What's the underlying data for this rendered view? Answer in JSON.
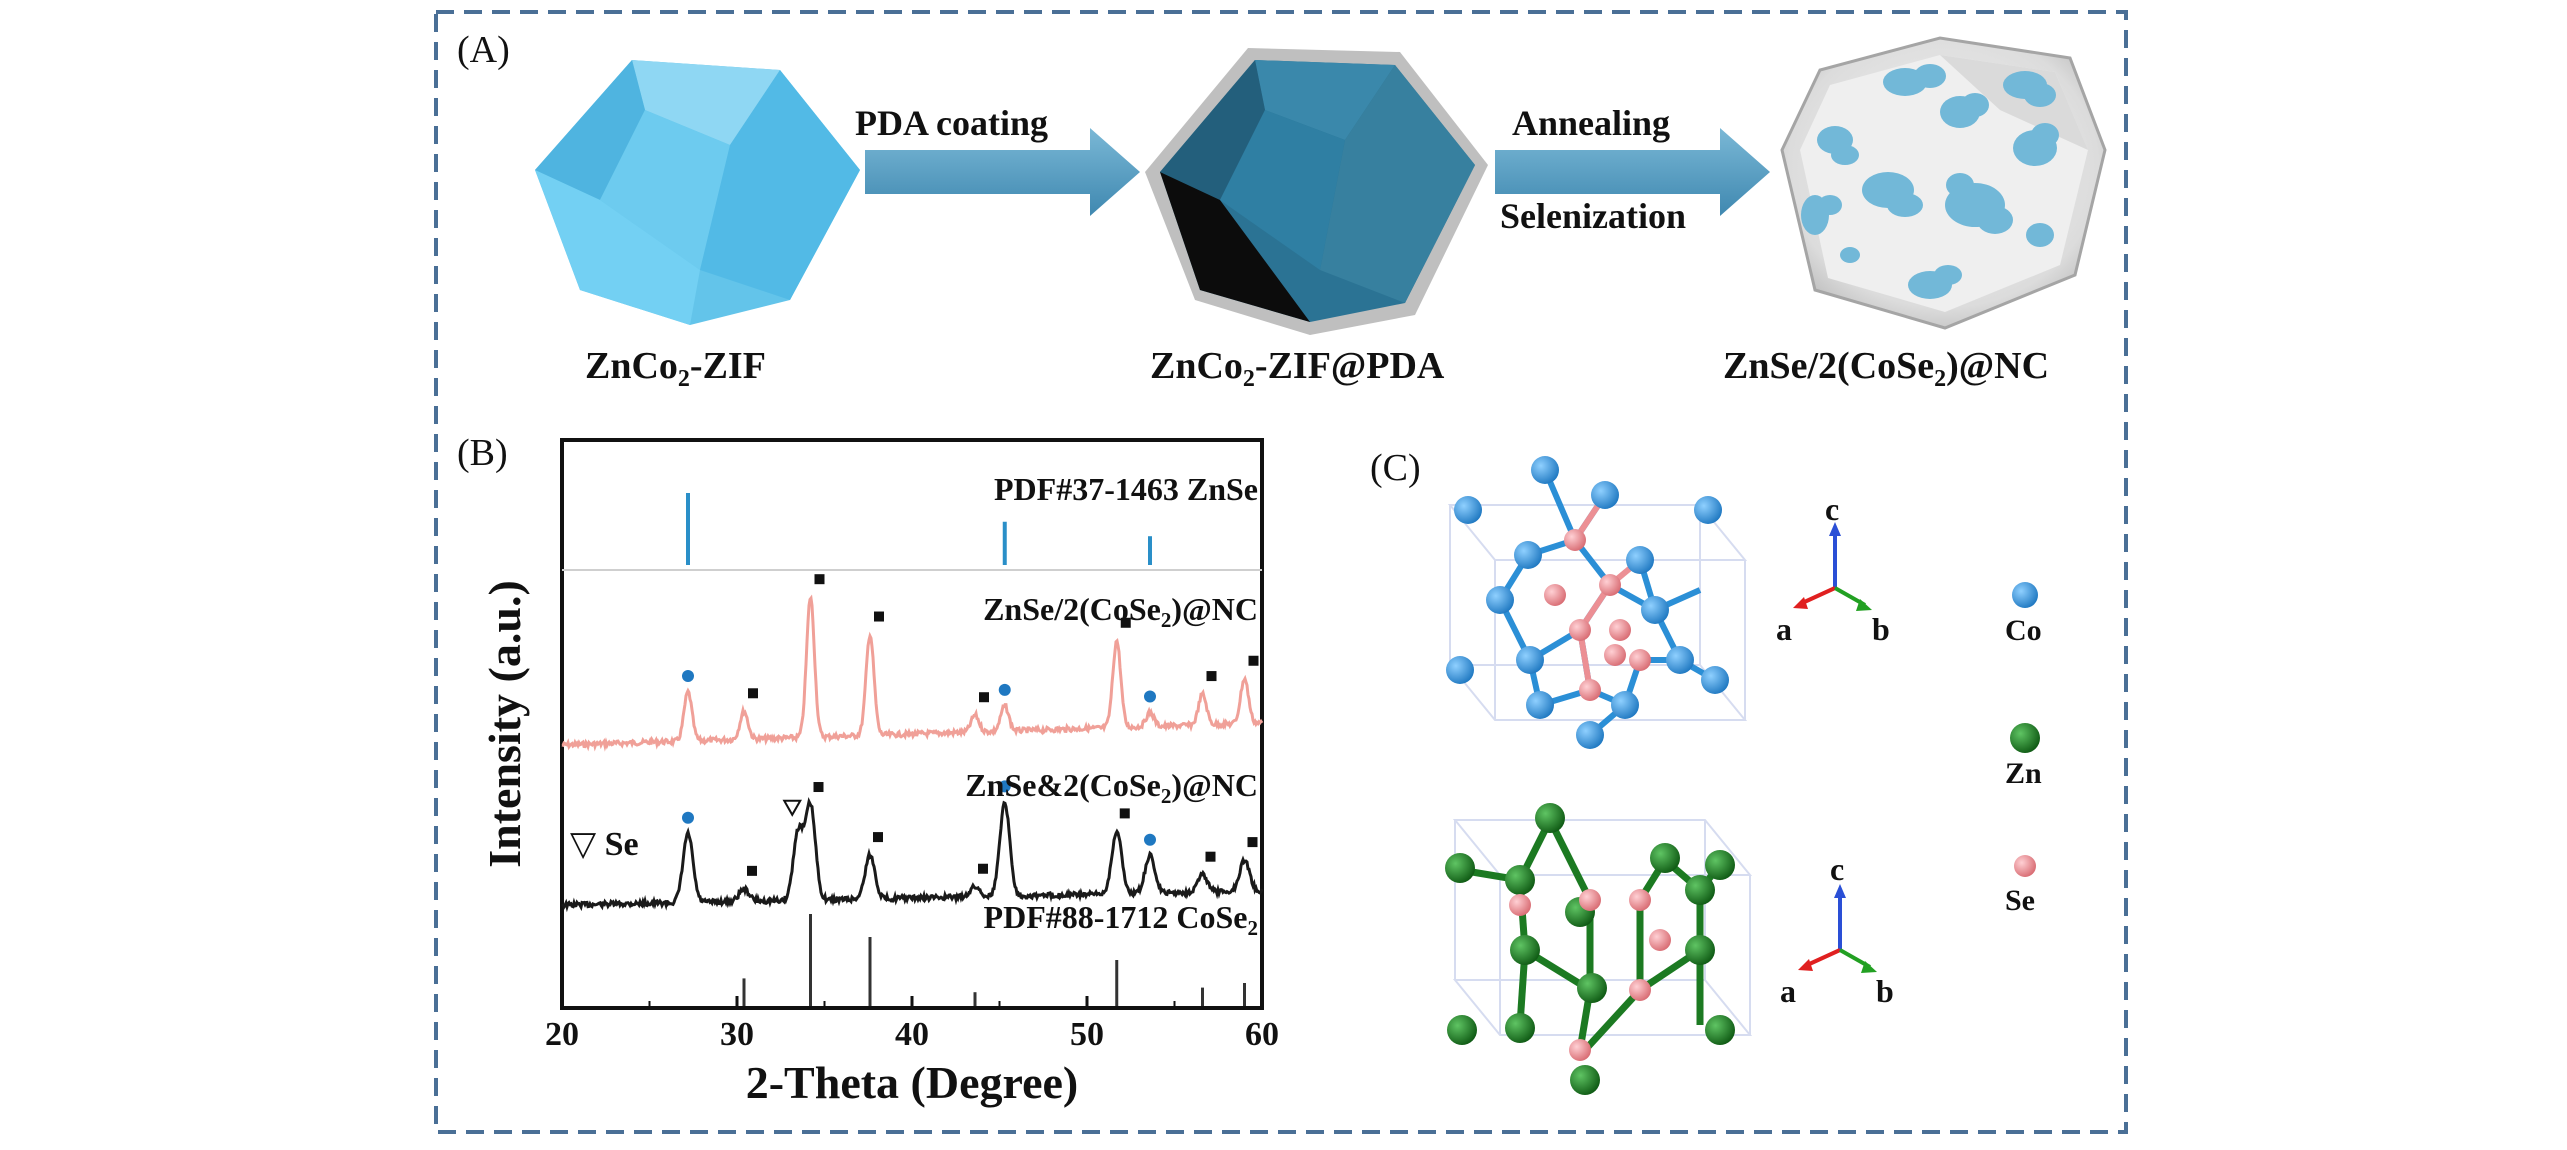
{
  "panel_a": {
    "label": "(A)",
    "step1_label": "PDA coating",
    "step2_label_line1": "Annealing",
    "step2_label_line2": "Selenization",
    "caption_1": {
      "main": "ZnCo",
      "sub": "2",
      "rest": "-ZIF"
    },
    "caption_2": {
      "main": "ZnCo",
      "sub": "2",
      "rest": "-ZIF@PDA"
    },
    "caption_3": {
      "main": "ZnSe/2(CoSe",
      "sub": "2",
      "rest": ")@NC"
    }
  },
  "panel_b": {
    "label": "(B)",
    "ref_top_label": "PDF#37-1463 ZnSe",
    "trace1_label": {
      "main": "ZnSe/2(CoSe",
      "sub": "2",
      "rest": ")@NC"
    },
    "trace2_label": {
      "main": "ZnSe&2(CoSe",
      "sub": "2",
      "rest": ")@NC"
    },
    "ref_bottom_label": {
      "main": "PDF#88-1712 CoSe",
      "sub": "2"
    },
    "se_legend": "▽ Se",
    "colors": {
      "trace1": "#f0a098",
      "trace2": "#1a1a1a",
      "znse_ref": "#2a8fc8",
      "marker_blue": "#1f78c1",
      "marker_black": "#111111"
    }
  },
  "chart_data": {
    "type": "line",
    "xlabel": "2-Theta (Degree)",
    "ylabel": "Intensity (a.u.)",
    "xlim": [
      20,
      60
    ],
    "xticks": [
      "20",
      "30",
      "40",
      "50",
      "60"
    ],
    "series": [
      {
        "name": "ZnSe/2(CoSe2)@NC",
        "peaks": [
          {
            "x": 27.2,
            "h": 0.35
          },
          {
            "x": 30.4,
            "h": 0.2
          },
          {
            "x": 34.2,
            "h": 1.0
          },
          {
            "x": 37.6,
            "h": 0.72
          },
          {
            "x": 43.6,
            "h": 0.12
          },
          {
            "x": 45.3,
            "h": 0.18
          },
          {
            "x": 51.7,
            "h": 0.62
          },
          {
            "x": 53.6,
            "h": 0.1
          },
          {
            "x": 56.6,
            "h": 0.22
          },
          {
            "x": 59.0,
            "h": 0.32
          }
        ]
      },
      {
        "name": "ZnSe&2(CoSe2)@NC",
        "peaks": [
          {
            "x": 27.2,
            "h": 0.55
          },
          {
            "x": 30.4,
            "h": 0.1
          },
          {
            "x": 33.5,
            "h": 0.55
          },
          {
            "x": 34.2,
            "h": 0.75
          },
          {
            "x": 37.6,
            "h": 0.35
          },
          {
            "x": 43.6,
            "h": 0.08
          },
          {
            "x": 45.3,
            "h": 0.75
          },
          {
            "x": 51.7,
            "h": 0.5
          },
          {
            "x": 53.6,
            "h": 0.3
          },
          {
            "x": 56.6,
            "h": 0.14
          },
          {
            "x": 59.0,
            "h": 0.25
          }
        ]
      }
    ],
    "reference_lines": {
      "PDF#37-1463 ZnSe": [
        {
          "x": 27.2,
          "h": 1.0
        },
        {
          "x": 45.3,
          "h": 0.6
        },
        {
          "x": 53.6,
          "h": 0.4
        }
      ],
      "PDF#88-1712 CoSe2": [
        {
          "x": 30.4,
          "h": 0.3
        },
        {
          "x": 34.2,
          "h": 1.0
        },
        {
          "x": 37.6,
          "h": 0.75
        },
        {
          "x": 43.6,
          "h": 0.15
        },
        {
          "x": 51.7,
          "h": 0.5
        },
        {
          "x": 56.6,
          "h": 0.2
        },
        {
          "x": 59.0,
          "h": 0.25
        }
      ]
    },
    "markers": {
      "trace1_blue_circles": [
        27.2,
        45.3,
        53.6
      ],
      "trace1_black_squares": [
        30.4,
        34.2,
        37.6,
        43.6,
        51.7,
        56.6,
        59.0
      ],
      "trace2_blue_circles": [
        27.2,
        45.3,
        53.6
      ],
      "trace2_black_squares": [
        30.4,
        34.2,
        37.6,
        43.6,
        51.7,
        56.6,
        59.0
      ],
      "trace2_triangle": [
        33.5
      ]
    }
  },
  "panel_c": {
    "label": "(C)",
    "axis_c": "c",
    "axis_a": "a",
    "axis_b": "b",
    "legend": [
      {
        "name": "Co",
        "color": "#2b8fd6"
      },
      {
        "name": "Zn",
        "color": "#1c7a22"
      },
      {
        "name": "Se",
        "color": "#ec8f94"
      }
    ]
  }
}
